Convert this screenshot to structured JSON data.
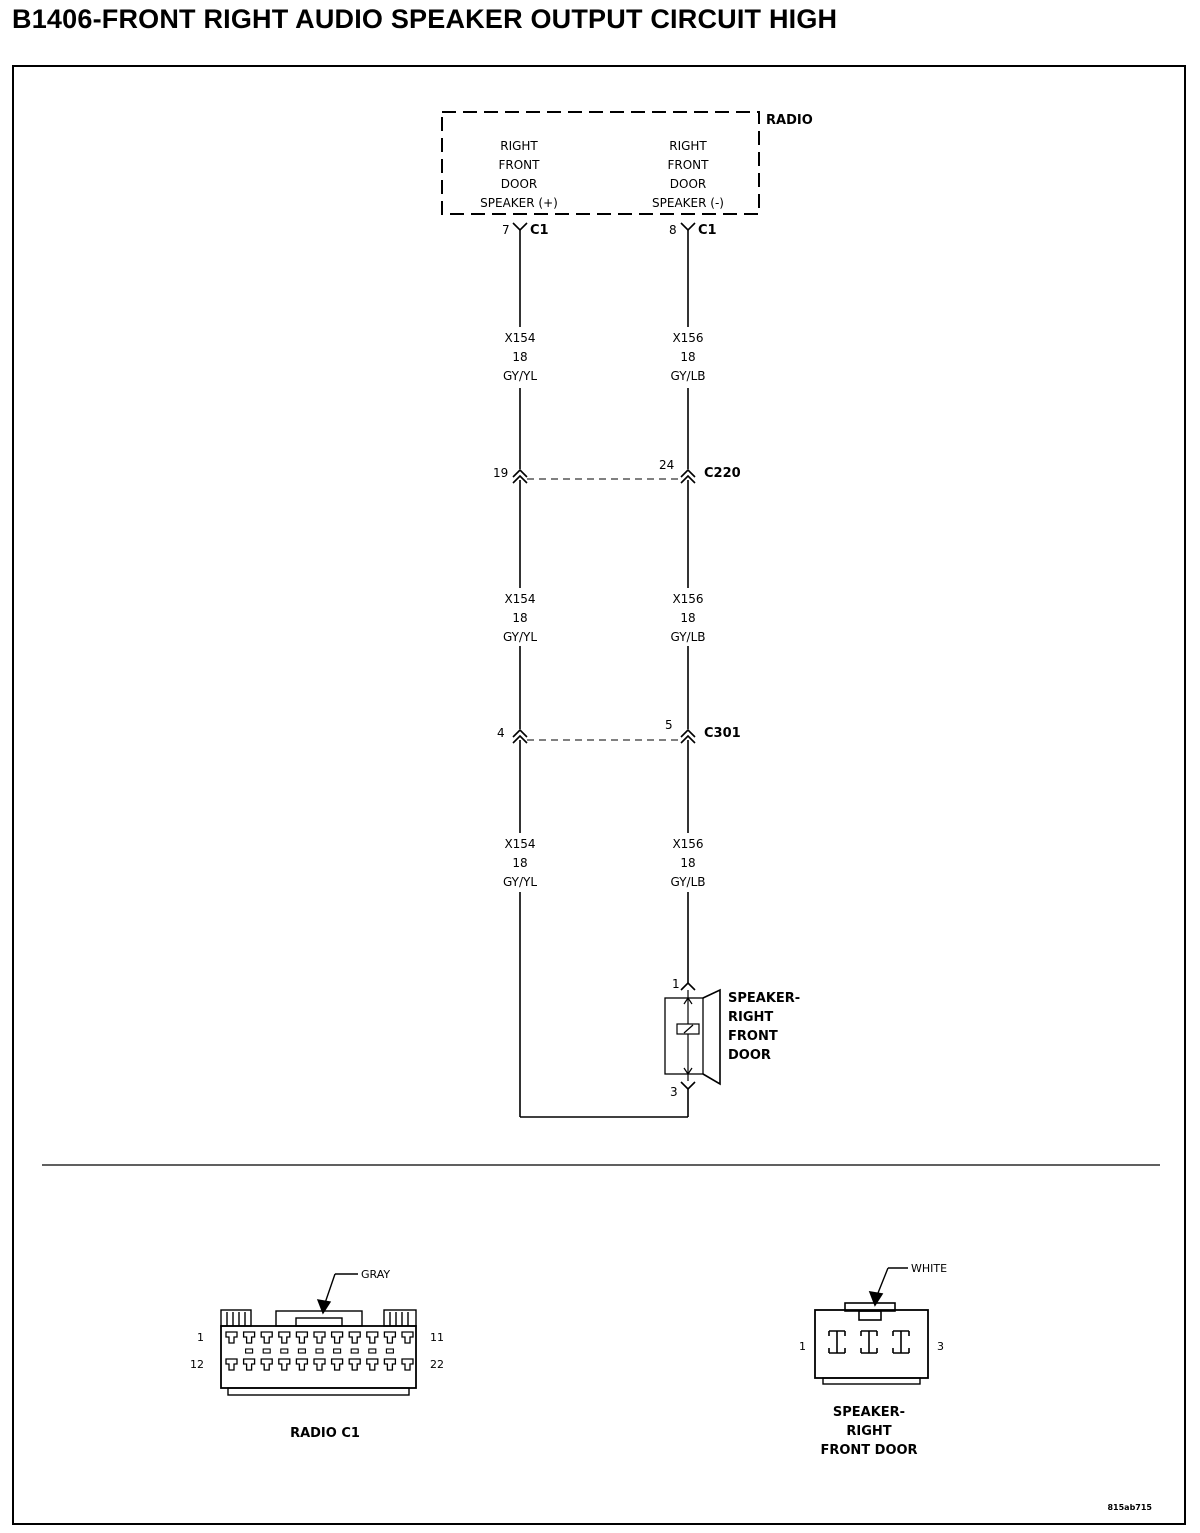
{
  "title": "B1406-FRONT RIGHT AUDIO SPEAKER OUTPUT CIRCUIT HIGH",
  "radio": {
    "label": "RADIO",
    "pin_left": {
      "lines": [
        "RIGHT",
        "FRONT",
        "DOOR",
        "SPEAKER (+)"
      ],
      "pin": "7",
      "connector": "C1"
    },
    "pin_right": {
      "lines": [
        "RIGHT",
        "FRONT",
        "DOOR",
        "SPEAKER (-)"
      ],
      "pin": "8",
      "connector": "C1"
    }
  },
  "wires": {
    "left": {
      "circuit": "X154",
      "gauge": "18",
      "color": "GY/YL"
    },
    "right": {
      "circuit": "X156",
      "gauge": "18",
      "color": "GY/LB"
    }
  },
  "connectors": [
    {
      "name": "C220",
      "left_pin": "19",
      "right_pin": "24"
    },
    {
      "name": "C301",
      "left_pin": "4",
      "right_pin": "5"
    }
  ],
  "speaker": {
    "label_lines": [
      "SPEAKER-",
      "RIGHT",
      "FRONT",
      "DOOR"
    ],
    "pin_top": "1",
    "pin_bottom": "3"
  },
  "radio_c1_view": {
    "label": "RADIO C1",
    "color": "GRAY",
    "pin_top_left": "1",
    "pin_top_right": "11",
    "pin_bottom_left": "12",
    "pin_bottom_right": "22"
  },
  "speaker_view": {
    "label_lines": [
      "SPEAKER-",
      "RIGHT",
      "FRONT DOOR"
    ],
    "color": "WHITE",
    "pin_left": "1",
    "pin_right": "3"
  },
  "figure_id": "815ab715"
}
